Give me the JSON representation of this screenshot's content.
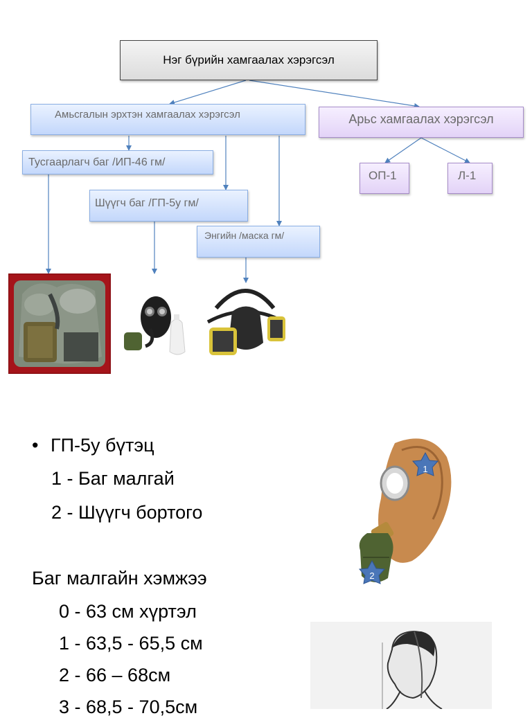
{
  "diagram": {
    "root": "Нэг бүрийн хамгаалах хэрэгсэл",
    "respiratory": "Амьсгалын эрхтэн хамгаалах хэрэгсэл",
    "skin": "Арьс хамгаалах хэрэгсэл",
    "isolating": "Тусгаарлагч баг /ИП-46 гм/",
    "filtering": "Шүүгч баг /ГП-5у гм/",
    "simple": "Энгийн /маска гм/",
    "op1": "ОП-1",
    "l1": "Л-1"
  },
  "structure": {
    "bullet": "•",
    "title": "ГП-5у бүтэц",
    "item1": "1 - Баг малгай",
    "item2": "2 - Шүүгч бортого"
  },
  "sizes": {
    "title": "Баг малгайн хэмжээ",
    "rows": [
      "0 -  63 см хүртэл",
      "1 -  63,5 - 65,5 см",
      "2 -  66 – 68см",
      "3 -  68,5 - 70,5см"
    ]
  },
  "markers": {
    "one": "1",
    "two": "2"
  },
  "colors": {
    "arrow": "#4f81bd",
    "marker": "#4a76b8"
  }
}
